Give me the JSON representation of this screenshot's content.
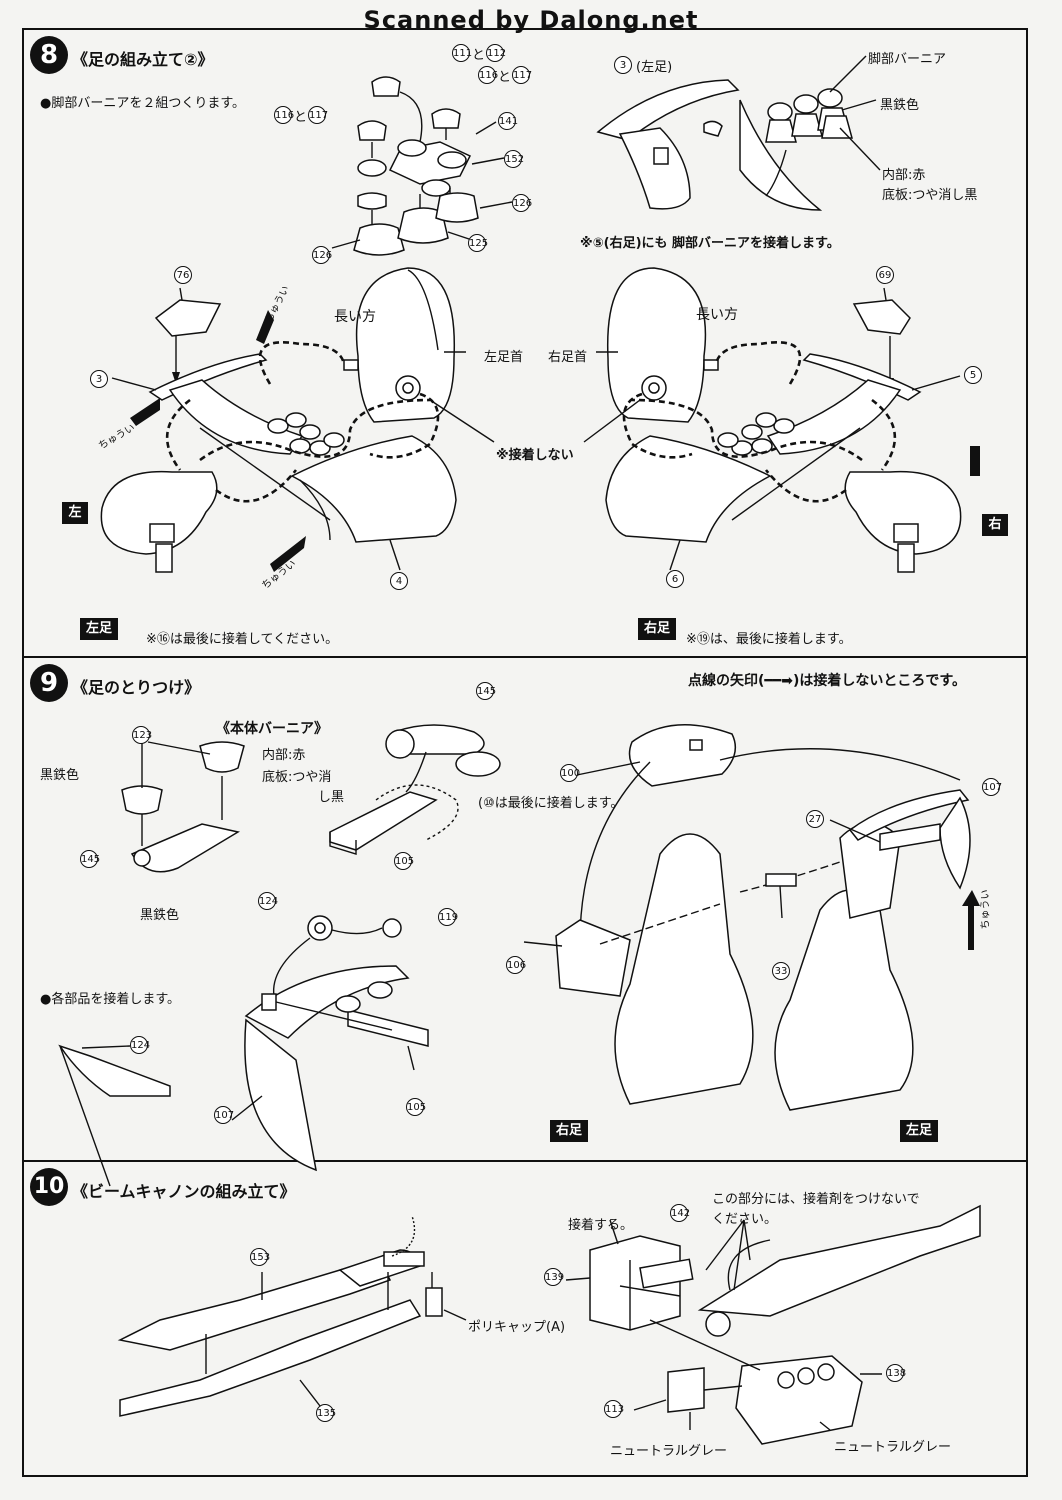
{
  "header": "Scanned by Dalong.net",
  "step8": {
    "number": "8",
    "title": "《足の組み立て②》",
    "bullet": "●脚部バーニアを２組つくります。",
    "labels": {
      "p111_112": "と",
      "p116_117a": "と",
      "p116_117b": "と",
      "left_foot_3": "(左足)",
      "leg_vernier": "脚部バーニア",
      "black_iron": "黒鉄色",
      "inner_red": "内部:赤",
      "bottom_matte": "底板:つや消し黒",
      "note_right_foot": "※⑤(右足)にも 脚部バーニアを接着します。",
      "long_side_left": "長い方",
      "long_side_right": "長い方",
      "left_ankle": "左足首",
      "right_ankle": "右足首",
      "no_glue": "※接着しない",
      "caution": "ちゅうい"
    },
    "badges": {
      "left": "左",
      "right": "右",
      "left_foot": "左足",
      "right_foot": "右足"
    },
    "notes": {
      "left_last": "※⑯は最後に接着してください。",
      "right_last": "※⑲は、最後に接着します。"
    },
    "parts": {
      "a": "111",
      "b": "112",
      "c": "116",
      "d": "117",
      "e": "116",
      "f": "117",
      "g": "141",
      "h": "152",
      "i": "126",
      "j": "126",
      "k": "125",
      "l": "76",
      "m": "3",
      "n": "4",
      "o": "69",
      "p": "5",
      "q": "6",
      "r": "3"
    }
  },
  "step9": {
    "number": "9",
    "title": "《足のとりつけ》",
    "dotted_note": "点線の矢印(━━➡)は接着しないところです。",
    "labels": {
      "body_vernier": "《本体バーニア》",
      "inner_red": "内部:赤",
      "bottom_matte": "底板:つや消",
      "bottom_matte2": "し黒",
      "black_iron_a": "黒鉄色",
      "black_iron_b": "黒鉄色",
      "glue_each": "●各部品を接着します。",
      "p100_last": "(⑩は最後に接着します。",
      "caution": "ちゅうい"
    },
    "badges": {
      "right_foot": "右足",
      "left_foot": "左足"
    },
    "parts": {
      "a": "123",
      "b": "145",
      "c": "145",
      "d": "105",
      "e": "124",
      "f": "119",
      "g": "124",
      "h": "107",
      "i": "105",
      "j": "100",
      "k": "27",
      "l": "107",
      "m": "106",
      "n": "33"
    }
  },
  "step10": {
    "number": "10",
    "title": "《ビームキャノンの組み立て》",
    "labels": {
      "polycap": "ポリキャップ(A)",
      "glue_it": "接着する。",
      "no_glue_line1": "この部分には、接着剤をつけないで",
      "no_glue_line2": "ください。",
      "neutral_grey_a": "ニュートラルグレー",
      "neutral_grey_b": "ニュートラルグレー"
    },
    "parts": {
      "a": "153",
      "b": "135",
      "c": "142",
      "d": "139",
      "e": "138",
      "f": "113"
    }
  }
}
